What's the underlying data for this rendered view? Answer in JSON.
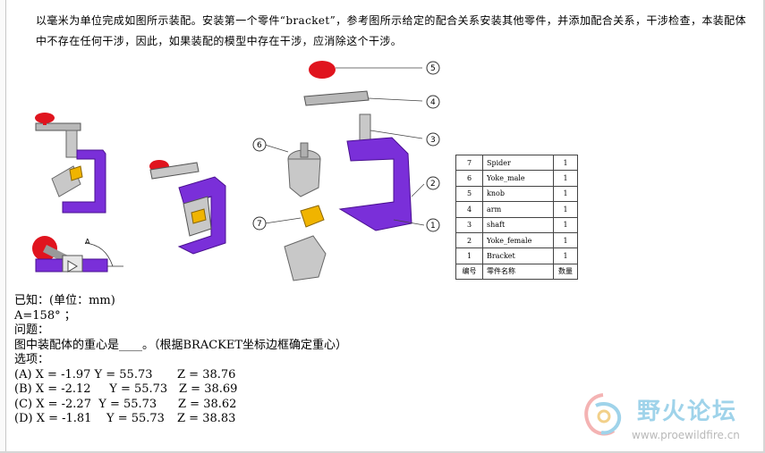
{
  "intro": "以毫米为单位完成如图所示装配。安装第一个零件“bracket”，参考图所示给定的配合关系安装其他零件，并添加配合关系，干涉检查，本装配体中不存在任何干涉，因此，如果装配的模型中存在干涉，应消除这个干涉。",
  "question": {
    "given": "已知：(单位：mm)",
    "angle": "A=158° ；",
    "problem_label": "问题：",
    "problem": "图中装配体的重心是____。（根据BRACKET坐标边框确定重心）",
    "options_label": "选项：",
    "options": [
      {
        "label": "(A) X = -1.97 Y = 55.73",
        "z": "Z = 38.76"
      },
      {
        "label": "(B) X = -2.12     Y = 55.73",
        "z": "Z = 38.69"
      },
      {
        "label": "(C) X = -2.27  Y = 55.73",
        "z": "Z = 38.62"
      },
      {
        "label": "(D) X = -1.81    Y = 55.73",
        "z": "Z = 38.83"
      }
    ]
  },
  "bom": {
    "rows": [
      {
        "num": "7",
        "name": "Spider",
        "qty": "1"
      },
      {
        "num": "6",
        "name": "Yoke_male",
        "qty": "1"
      },
      {
        "num": "5",
        "name": "knob",
        "qty": "1"
      },
      {
        "num": "4",
        "name": "arm",
        "qty": "1"
      },
      {
        "num": "3",
        "name": "shaft",
        "qty": "1"
      },
      {
        "num": "2",
        "name": "Yoke_female",
        "qty": "1"
      },
      {
        "num": "1",
        "name": "Bracket",
        "qty": "1"
      }
    ],
    "header": {
      "num": "编号",
      "name": "零件名称",
      "qty": "数量"
    }
  },
  "callouts": [
    "5",
    "4",
    "3",
    "6",
    "2",
    "7",
    "1"
  ],
  "angle_label": "A",
  "watermark": {
    "title": "野火论坛",
    "url": "www.proewildfire.cn"
  },
  "colors": {
    "purple": "#7a2fd9",
    "red": "#e0141e",
    "yellow": "#f0b400",
    "grey": "#b8b8b8"
  }
}
